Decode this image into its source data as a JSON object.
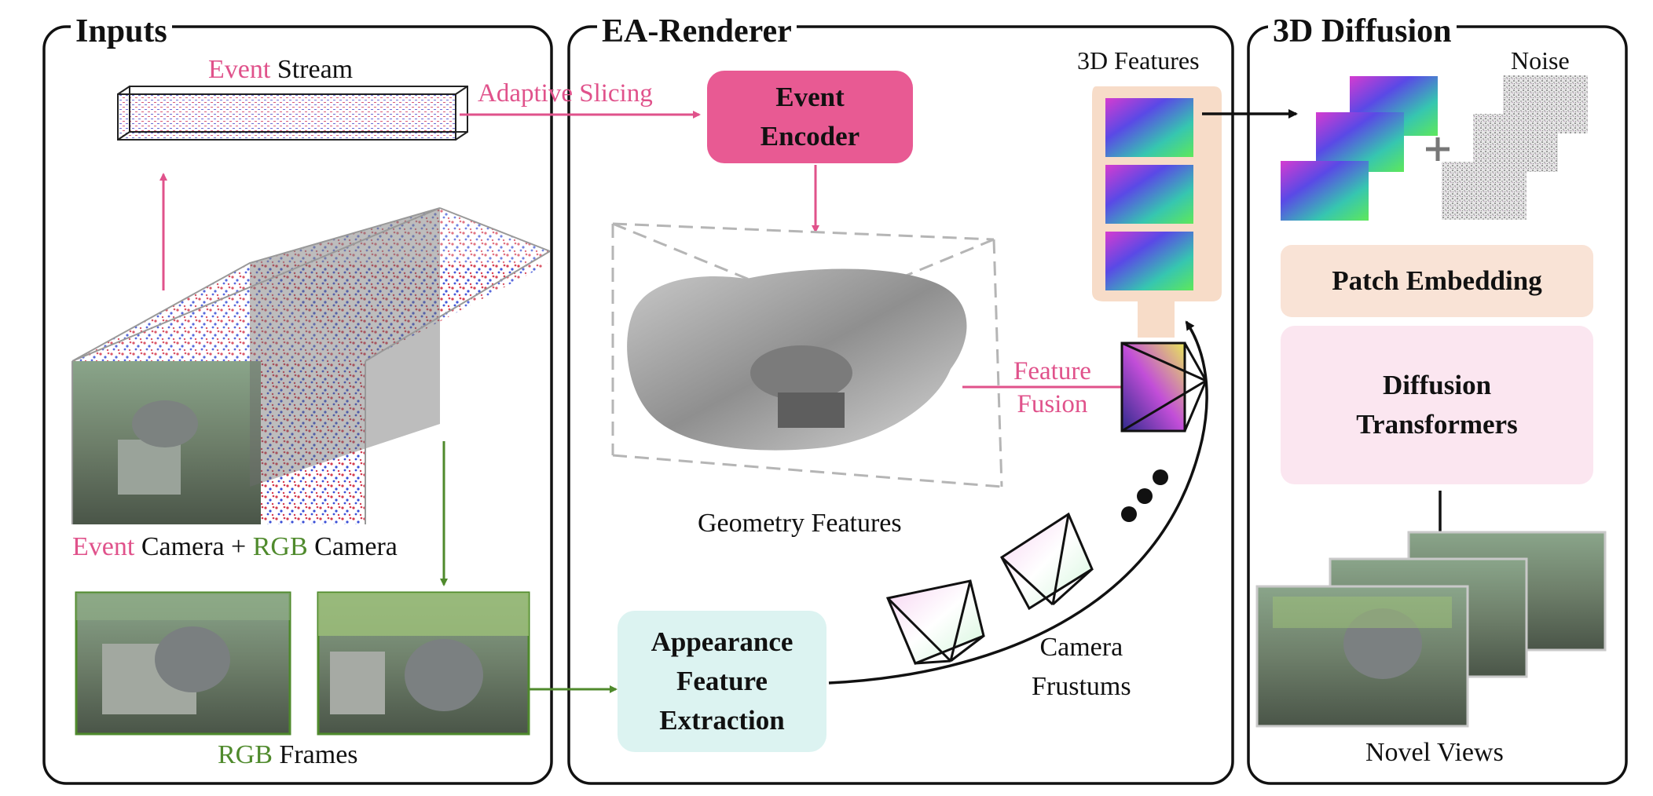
{
  "panels": {
    "inputs": "Inputs",
    "renderer": "EA-Renderer",
    "diffusion": "3D Diffusion"
  },
  "inputs": {
    "stream_event": "Event",
    "stream_rest": " Stream",
    "camera_event": "Event",
    "camera_mid": " Camera + ",
    "camera_rgb": "RGB",
    "camera_end": " Camera",
    "frames_rgb": "RGB",
    "frames_rest": " Frames"
  },
  "renderer": {
    "slicing": "Adaptive Slicing",
    "encoder_line1": "Event",
    "encoder_line2": "Encoder",
    "features3d": "3D Features",
    "fusion_line1": "Feature",
    "fusion_line2": "Fusion",
    "geometry": "Geometry Features",
    "appearance_line1": "Appearance",
    "appearance_line2": "Feature",
    "appearance_line3": "Extraction",
    "frustums_line1": "Camera",
    "frustums_line2": "Frustums"
  },
  "diffusion": {
    "noise": "Noise",
    "patch": "Patch Embedding",
    "transformers_line1": "Diffusion",
    "transformers_line2": "Transformers",
    "novel": "Novel Views"
  },
  "colors": {
    "event_pink": "#e0528b",
    "rgb_green": "#4f8a2c",
    "encoder_fill": "#e85a93",
    "patch_fill": "#f9e3d6",
    "transformer_fill": "#fbe6f0",
    "appearance_fill": "#dcf3f1",
    "feature_stack_fill": "#f7dcc8"
  }
}
